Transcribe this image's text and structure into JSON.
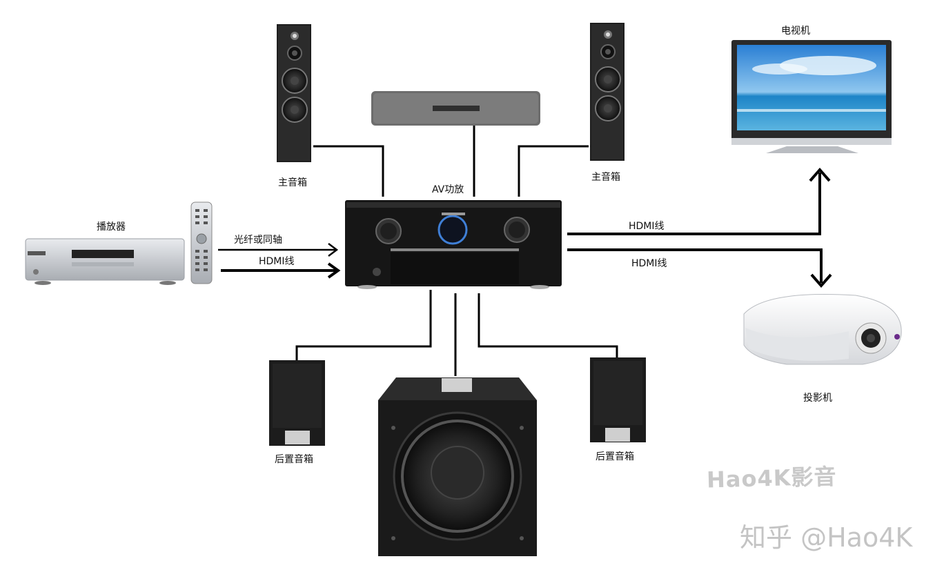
{
  "devices": {
    "tv": "电视机",
    "main_speaker_left": "主音箱",
    "main_speaker_right": "主音箱",
    "av_receiver": "AV功放",
    "player": "播放器",
    "rear_speaker_left": "后置音箱",
    "rear_speaker_right": "后置音箱",
    "projector": "投影机"
  },
  "connections": {
    "optical_coax": "光纤或同轴",
    "player_hdmi": "HDMI线",
    "tv_hdmi": "HDMI线",
    "projector_hdmi": "HDMI线"
  },
  "watermarks": {
    "brand": "Hao4K影音",
    "zhihu": "知乎 @Hao4K"
  },
  "colors": {
    "line": "#000000",
    "device_dark": "#1b1b1b",
    "device_silver": "#cfd2d6",
    "accent_blue": "#3f7fd6",
    "watermark": "#c6c6c6"
  }
}
